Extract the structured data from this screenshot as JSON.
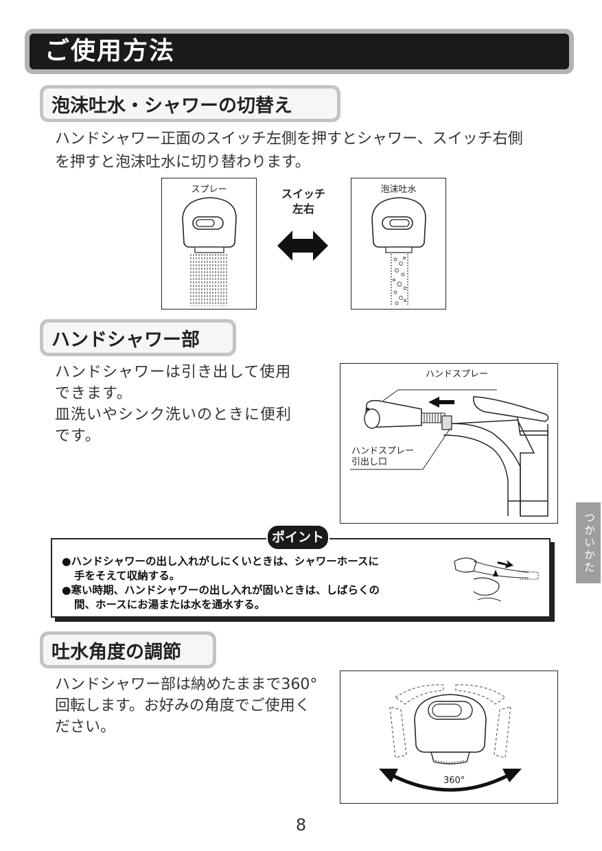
{
  "main_title": "ご使用方法",
  "section1": {
    "title": "泡沫吐水・シャワーの切替え",
    "body_line1": "ハンドシャワー正面のスイッチ左側を押すとシャワー、スイッチ右側",
    "body_line2": "を押すと泡沫吐水に切り替わります。",
    "label_spray": "スプレー",
    "switch_label_1": "スイッチ",
    "switch_label_2": "左右",
    "label_foam": "泡沫吐水"
  },
  "section2": {
    "title": "ハンドシャワー部",
    "body_line1": "ハンドシャワーは引き出して使用",
    "body_line2": "できます。",
    "body_line3": "皿洗いやシンク洗いのときに便利",
    "body_line4": "です。",
    "label_hand_spray": "ハンドスプレー",
    "label_outlet_1": "ハンドスプレー",
    "label_outlet_2": "引出し口"
  },
  "point": {
    "badge": "ポイント",
    "item1_line1": "●ハンドシャワーの出し入れがしにくいときは、シャワーホースに",
    "item1_line2": "手をそえて収納する。",
    "item2_line1": "●寒い時期、ハンドシャワーの出し入れが固いときは、しばらくの",
    "item2_line2": "間、ホースにお湯または水を通水する。"
  },
  "section3": {
    "title": "吐水角度の調節",
    "body_line1": "ハンドシャワー部は納めたままで360°",
    "body_line2": "回転します。お好みの角度でご使用く",
    "body_line3": "ださい。",
    "rotation_label": "360°"
  },
  "side_tab": "つかいかた",
  "page_number": "8"
}
